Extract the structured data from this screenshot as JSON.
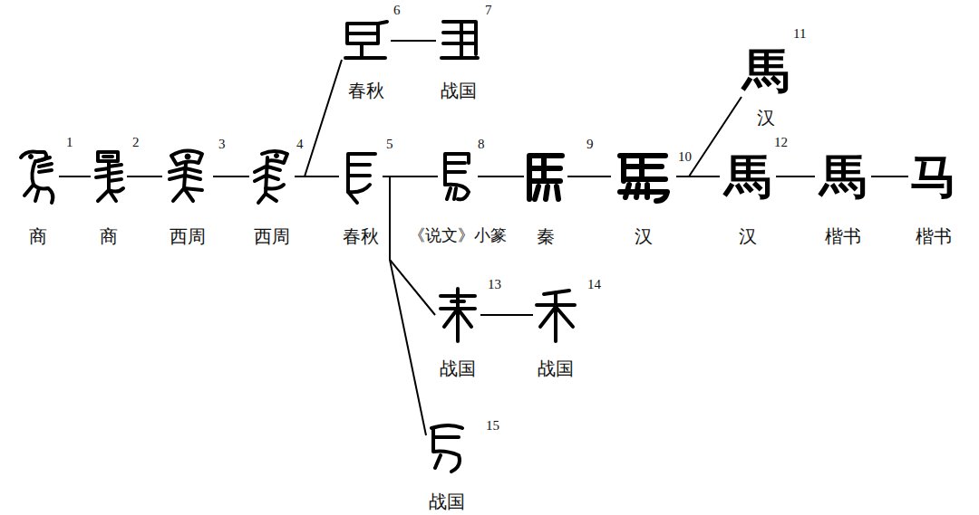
{
  "diagram": {
    "nodes": [
      {
        "text": [
          "1",
          "商"
        ]
      },
      {
        "text": [
          "2",
          "商"
        ]
      },
      {
        "text": [
          "3",
          "西周"
        ]
      },
      {
        "text": [
          "4",
          "西周"
        ]
      },
      {
        "text": [
          "6",
          "春秋"
        ]
      },
      {
        "text": [
          "7",
          "战国"
        ]
      },
      {
        "text": [
          "5",
          "春秋"
        ]
      },
      {
        "text": [
          "8",
          "《说文》小篆"
        ]
      },
      {
        "text": [
          "9",
          "秦"
        ]
      },
      {
        "text": [
          "10",
          "汉"
        ]
      },
      {
        "text": [
          "馬",
          "11",
          "汉"
        ]
      },
      {
        "text": [
          "馬",
          "12",
          "汉"
        ]
      },
      {
        "text": [
          "馬",
          "楷书"
        ]
      },
      {
        "text": [
          "马",
          "楷书"
        ]
      },
      {
        "text": [
          "13",
          "战国"
        ]
      },
      {
        "text": [
          "14",
          "战国"
        ]
      },
      {
        "text": [
          "15",
          "战国"
        ]
      }
    ],
    "edges": [
      {
        "from": 0,
        "to": 1,
        "arrow": "none"
      },
      {
        "from": 1,
        "to": 2,
        "arrow": "none"
      },
      {
        "from": 2,
        "to": 3,
        "arrow": "none"
      },
      {
        "from": 3,
        "to": 4,
        "arrow": "none"
      },
      {
        "from": 4,
        "to": 5,
        "arrow": "none"
      },
      {
        "from": 3,
        "to": 6,
        "arrow": "none"
      },
      {
        "from": 6,
        "to": 7,
        "arrow": "none"
      },
      {
        "from": 7,
        "to": 8,
        "arrow": "none"
      },
      {
        "from": 8,
        "to": 9,
        "arrow": "none"
      },
      {
        "from": 9,
        "to": 10,
        "arrow": "none"
      },
      {
        "from": 9,
        "to": 11,
        "arrow": "none"
      },
      {
        "from": 11,
        "to": 12,
        "arrow": "none"
      },
      {
        "from": 12,
        "to": 13,
        "arrow": "none"
      },
      {
        "from": 6,
        "to": 14,
        "arrow": "none"
      },
      {
        "from": 14,
        "to": 15,
        "arrow": "none"
      },
      {
        "from": 6,
        "to": 16,
        "arrow": "none"
      }
    ]
  }
}
